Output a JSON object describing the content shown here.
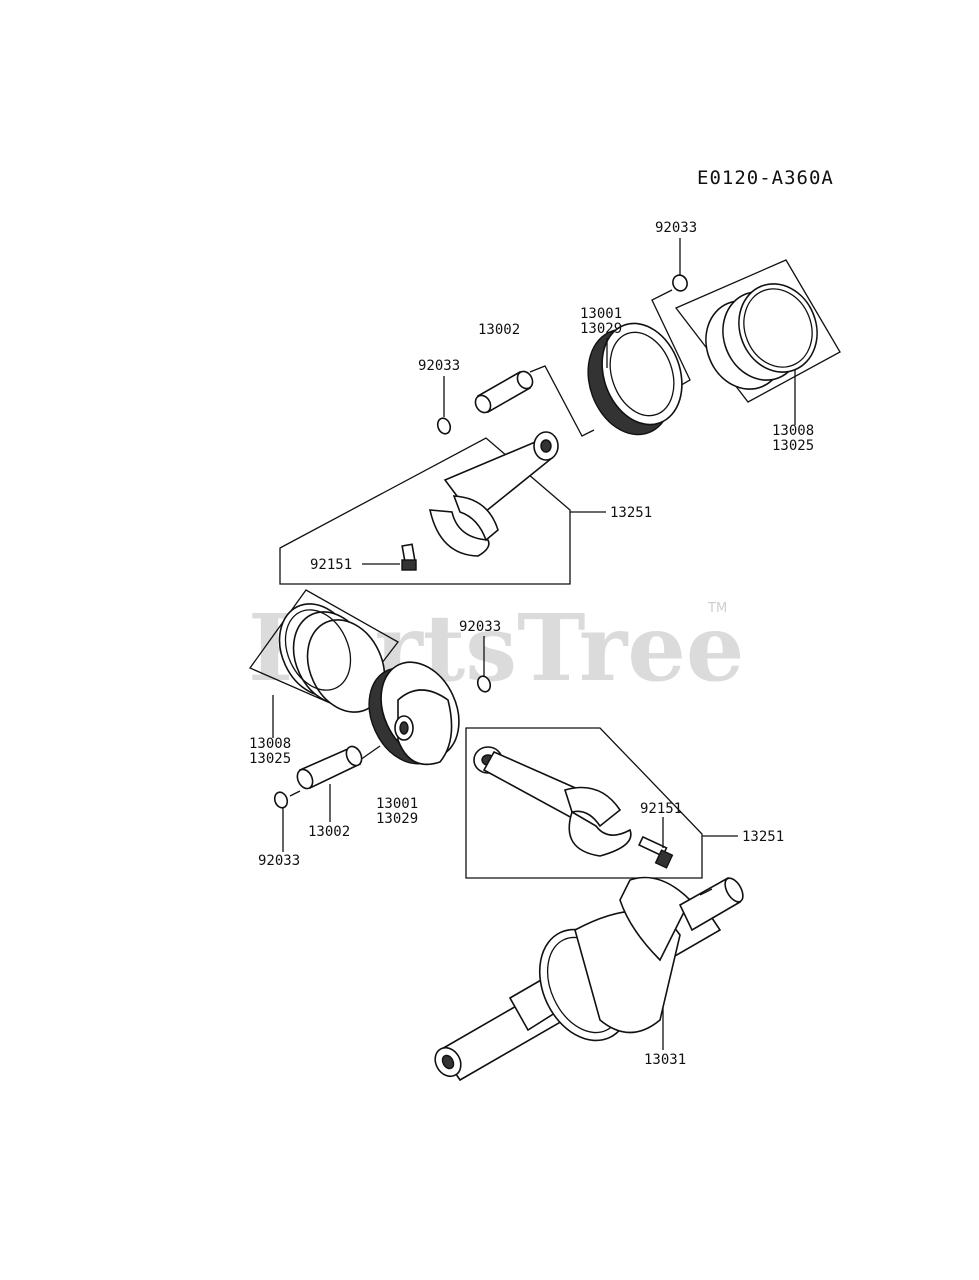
{
  "diagram_code": "E0120-A360A",
  "watermark": {
    "text": "PartsTree",
    "trademark": "TM"
  },
  "labels": {
    "clip_top_right": "92033",
    "pin_top": "13002",
    "piston_top_a": "13001",
    "piston_top_b": "13029",
    "clip_top_left": "92033",
    "rings_top_a": "13008",
    "rings_top_b": "13025",
    "rod_top": "13251",
    "bolt_top": "92151",
    "clip_mid": "92033",
    "rings_bottom_a": "13008",
    "rings_bottom_b": "13025",
    "piston_bottom_a": "13001",
    "piston_bottom_b": "13029",
    "pin_bottom": "13002",
    "clip_bottom": "92033",
    "bolt_bottom": "92151",
    "rod_bottom": "13251",
    "crankshaft": "13031"
  }
}
